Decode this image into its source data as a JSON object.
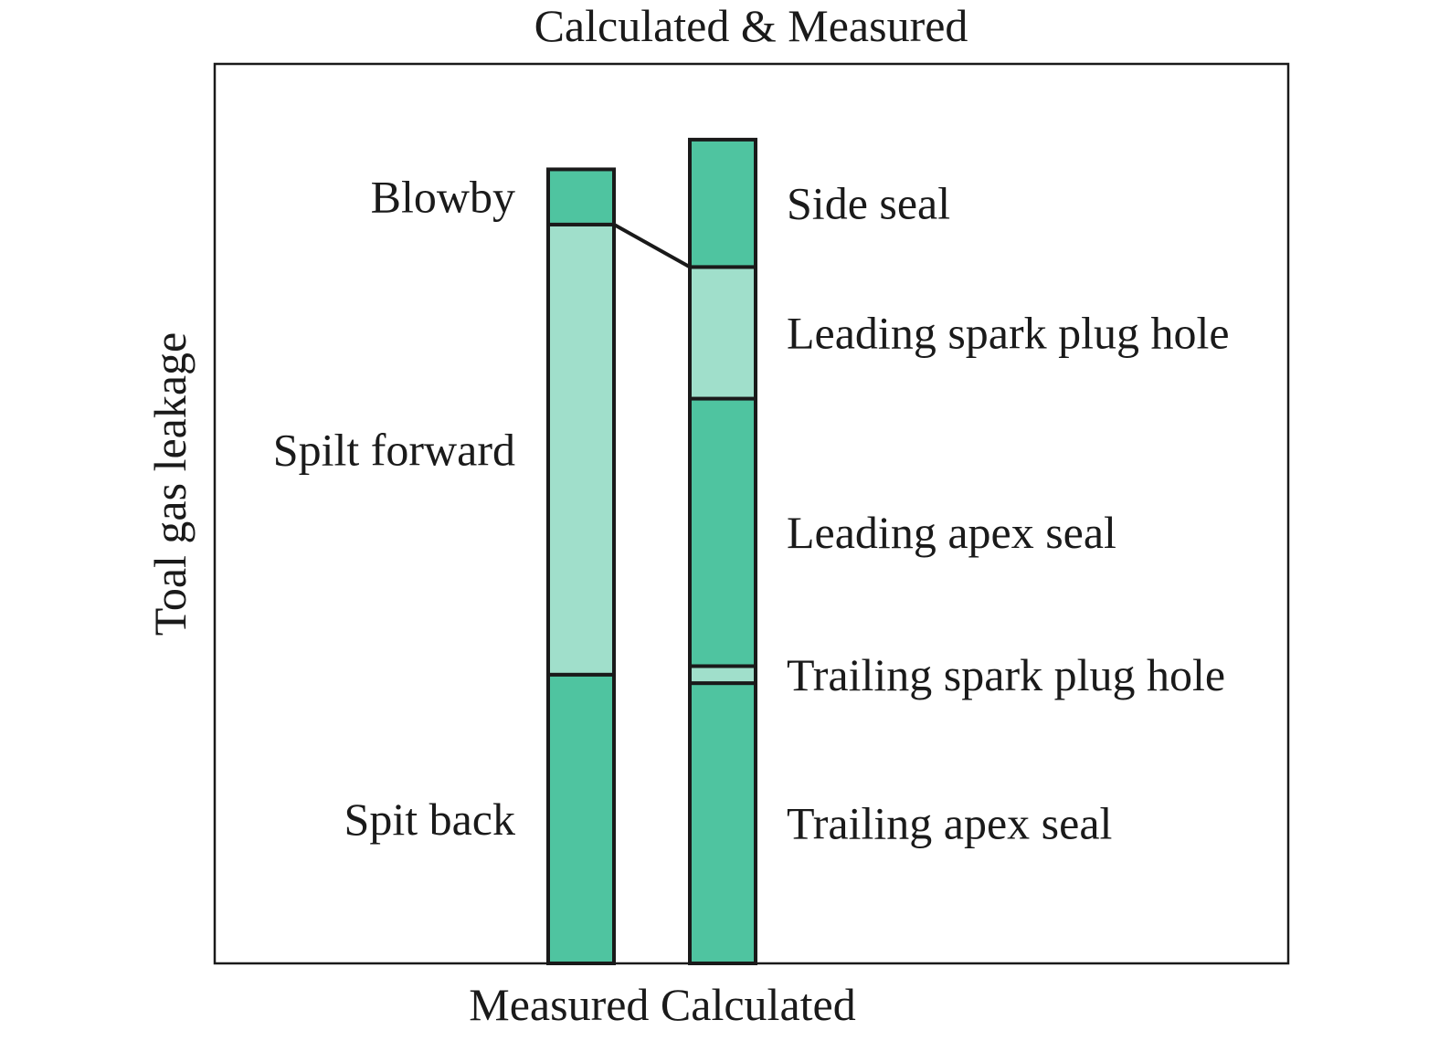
{
  "chart_data": {
    "type": "bar",
    "stacked": true,
    "title": "Calculated & Measured",
    "xlabel": "Measured Calculated",
    "ylabel": "Toal gas leakage",
    "ylim": [
      0,
      100
    ],
    "colors": {
      "dark": "#4fc4a0",
      "light": "#a0dfcb",
      "outline": "#1a1a1a"
    },
    "categories": [
      "Measured",
      "Calculated"
    ],
    "bars": [
      {
        "category": "Measured",
        "segments": [
          {
            "label": "Spit back",
            "value": 34,
            "shade": "dark"
          },
          {
            "label": "Spilt forward",
            "value": 53,
            "shade": "light"
          },
          {
            "label": "Blowby",
            "value": 6.5,
            "shade": "dark"
          }
        ]
      },
      {
        "category": "Calculated",
        "segments": [
          {
            "label": "Trailing apex seal",
            "value": 33,
            "shade": "dark"
          },
          {
            "label": "Trailing spark plug hole",
            "value": 2,
            "shade": "light"
          },
          {
            "label": "Leading apex seal",
            "value": 31.5,
            "shade": "dark"
          },
          {
            "label": "Leading spark plug hole",
            "value": 15.5,
            "shade": "light"
          },
          {
            "label": "Side seal",
            "value": 15,
            "shade": "dark"
          }
        ]
      }
    ]
  }
}
